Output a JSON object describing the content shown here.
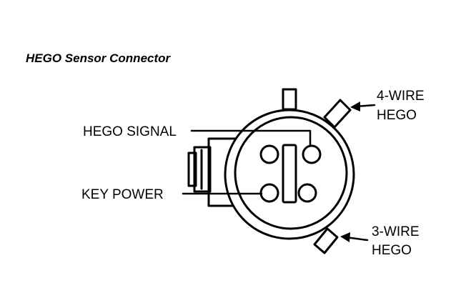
{
  "title": "HEGO Sensor Connector",
  "labels": {
    "hego_signal": "HEGO SIGNAL",
    "key_power": "KEY POWER",
    "four_wire_line1": "4-WIRE",
    "four_wire_line2": "HEGO",
    "three_wire_line1": "3-WIRE",
    "three_wire_line2": "HEGO"
  }
}
